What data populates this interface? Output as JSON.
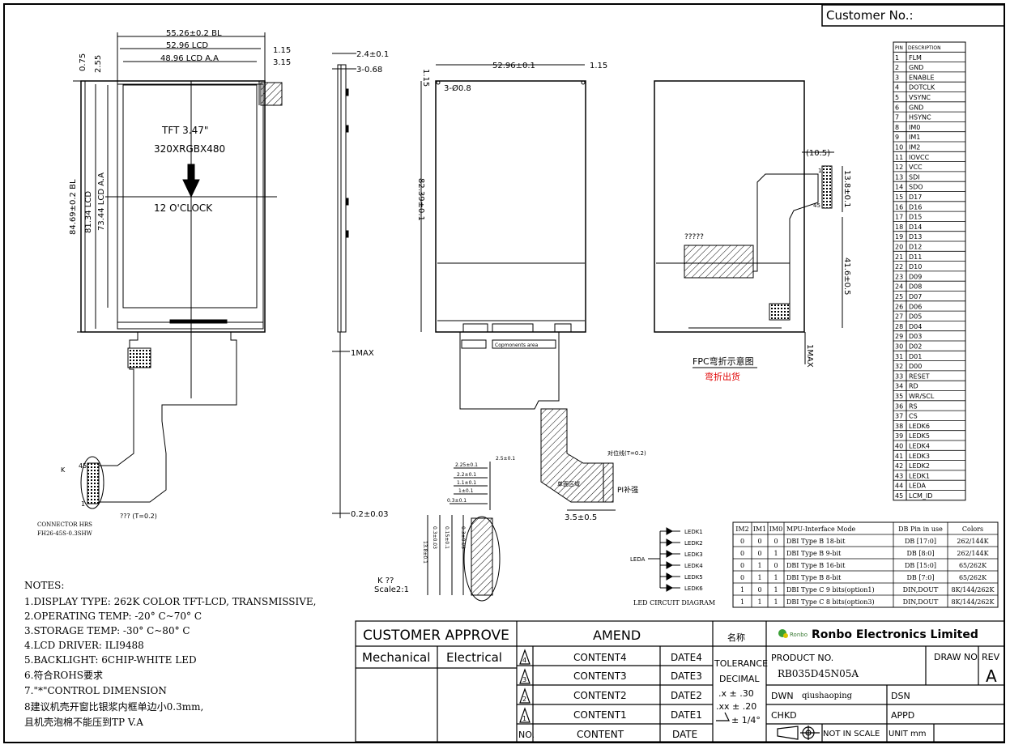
{
  "customer_label": "Customer No.:",
  "front_view": {
    "dims": {
      "width_bl": "55.26±0.2 BL",
      "width_lcd": "52.96 LCD",
      "width_aa": "48.96 LCD A.A",
      "right_1": "1.15",
      "right_2": "3.15",
      "top_1": "0.75",
      "top_2": "2.55",
      "height_bl": "84.69±0.2 BL",
      "height_lcd": "81.34 LCD",
      "height_aa": "73.44 LCD A.A"
    },
    "label_model": "TFT 3.47\"",
    "label_res": "320XRGBX480",
    "label_clock": "12 O'CLOCK",
    "connector_k": "K",
    "connector_45": "45",
    "connector_1": "1",
    "connector_line1": "CONNECTOR HRS",
    "connector_line2": "FH26-45S-0.3SHW",
    "fpc_thickness": "??? (T=0.2)"
  },
  "side_view": {
    "dim_top1": "2.4±0.1",
    "dim_top2": "3-0.68",
    "dim_max": "1MAX",
    "dim_bottom": "0.2±0.03"
  },
  "mid_view": {
    "dim_width": "52.96±0.1",
    "dim_left": "1.15",
    "dim_right": "1.15",
    "dim_holes": "3-Ø0.8",
    "dim_height": "82.39±0.1",
    "components_label": "Copmonents area"
  },
  "detail": {
    "d1": "2.25±0.1",
    "d2": "2.2±0.1",
    "d3": "1.1±0.1",
    "d4": "1±0.1",
    "d5": "0.3±0.1",
    "d6": "2.5±0.1",
    "v1": "0.3±0.03",
    "v2": "0.15±0.1",
    "v3": "13.8±0.1",
    "v4": "0.3±0.03",
    "scale_k": "K ??",
    "scale_ratio": "Scale2:1"
  },
  "back_view": {
    "dim_105": "(10.5)",
    "dim_138": "13.8±0.1",
    "dim_416": "41.6±0.5",
    "dim_max": "1MAX",
    "tape_label": "?????",
    "fpc_note": "FPC弯折示意图",
    "fpc_note_red": "弯折出货",
    "pin_1": "1",
    "pin_45": "45"
  },
  "fpc_detail": {
    "mark": "对位线(T=0.2)",
    "area": "单面区域",
    "pi": "PI补强",
    "dim": "3.5±0.5"
  },
  "led_circuit": {
    "title": "LED CIRCUIT DIAGRAM",
    "leda": "LEDA",
    "leds": [
      "LEDK1",
      "LEDK2",
      "LEDK3",
      "LEDK4",
      "LEDK5",
      "LEDK6"
    ]
  },
  "pin_table": {
    "headers": [
      "PIN",
      "DESCRIPTION"
    ],
    "rows": [
      [
        "1",
        "FLM"
      ],
      [
        "2",
        "GND"
      ],
      [
        "3",
        "ENABLE"
      ],
      [
        "4",
        "DOTCLK"
      ],
      [
        "5",
        "VSYNC"
      ],
      [
        "6",
        "GND"
      ],
      [
        "7",
        "HSYNC"
      ],
      [
        "8",
        "IM0"
      ],
      [
        "9",
        "IM1"
      ],
      [
        "10",
        "IM2"
      ],
      [
        "11",
        "IOVCC"
      ],
      [
        "12",
        "VCC"
      ],
      [
        "13",
        "SDI"
      ],
      [
        "14",
        "SDO"
      ],
      [
        "15",
        "D17"
      ],
      [
        "16",
        "D16"
      ],
      [
        "17",
        "D15"
      ],
      [
        "18",
        "D14"
      ],
      [
        "19",
        "D13"
      ],
      [
        "20",
        "D12"
      ],
      [
        "21",
        "D11"
      ],
      [
        "22",
        "D10"
      ],
      [
        "23",
        "D09"
      ],
      [
        "24",
        "D08"
      ],
      [
        "25",
        "D07"
      ],
      [
        "26",
        "D06"
      ],
      [
        "27",
        "D05"
      ],
      [
        "28",
        "D04"
      ],
      [
        "29",
        "D03"
      ],
      [
        "30",
        "D02"
      ],
      [
        "31",
        "D01"
      ],
      [
        "32",
        "D00"
      ],
      [
        "33",
        "RESET"
      ],
      [
        "34",
        "RD"
      ],
      [
        "35",
        "WR/SCL"
      ],
      [
        "36",
        "RS"
      ],
      [
        "37",
        "CS"
      ],
      [
        "38",
        "LEDK6"
      ],
      [
        "39",
        "LEDK5"
      ],
      [
        "40",
        "LEDK4"
      ],
      [
        "41",
        "LEDK3"
      ],
      [
        "42",
        "LEDK2"
      ],
      [
        "43",
        "LEDK1"
      ],
      [
        "44",
        "LEDA"
      ],
      [
        "45",
        "LCM_ID"
      ]
    ]
  },
  "mode_table": {
    "headers": [
      "IM2",
      "IM1",
      "IM0",
      "MPU-Interface Mode",
      "DB Pin in use",
      "Colors"
    ],
    "rows": [
      [
        "0",
        "0",
        "0",
        "DBI Type B 18-bit",
        "DB [17:0]",
        "262/144K"
      ],
      [
        "0",
        "0",
        "1",
        "DBI Type B 9-bit",
        "DB [8:0]",
        "262/144K"
      ],
      [
        "0",
        "1",
        "0",
        "DBI Type B 16-bit",
        "DB [15:0]",
        "65/262K"
      ],
      [
        "0",
        "1",
        "1",
        "DBI Type B 8-bit",
        "DB [7:0]",
        "65/262K"
      ],
      [
        "1",
        "0",
        "1",
        "DBI Type C 9 bits(option1)",
        "DIN,DOUT",
        "8K/144/262K"
      ],
      [
        "1",
        "1",
        "1",
        "DBI Type C 8 bits(option3)",
        "DIN,DOUT",
        "8K/144/262K"
      ]
    ]
  },
  "notes": {
    "title": "NOTES:",
    "lines": [
      "1.DISPLAY TYPE: 262K COLOR TFT-LCD, TRANSMISSIVE,",
      "2.OPERATING TEMP: -20° C~70° C",
      "3.STORAGE TEMP: -30° C~80° C",
      "4.LCD DRIVER: ILI9488",
      "5.BACKLIGHT: 6CHIP-WHITE LED",
      "6.符合ROHS要求",
      "7.\"*\"CONTROL DIMENSION",
      "8建议机壳开窗比银浆内框单边小0.3mm,",
      "且机壳泡棉不能压到TP V.A"
    ]
  },
  "title_block": {
    "customer_approve": "CUSTOMER APPROVE",
    "mechanical": "Mechanical",
    "electrical": "Electrical",
    "amend": "AMEND",
    "name_cn": "名称",
    "revisions": [
      {
        "no": "4",
        "content": "CONTENT4",
        "date": "DATE4"
      },
      {
        "no": "3",
        "content": "CONTENT3",
        "date": "DATE3"
      },
      {
        "no": "2",
        "content": "CONTENT2",
        "date": "DATE2"
      },
      {
        "no": "1",
        "content": "CONTENT1",
        "date": "DATE1"
      }
    ],
    "no_label": "NO.",
    "content_label": "CONTENT",
    "date_label": "DATE",
    "tolerance": "TOLERANCE",
    "decimal": "DECIMAL",
    "tol_x": ".x ± .30",
    "tol_xx": ".xx ± .20",
    "tol_angle": "± 1/4°",
    "company": "Ronbo Electronics Limited",
    "logo_text": "Ronbo",
    "product_no_label": "PRODUCT NO.",
    "product_no": "RB035D45N05A",
    "draw_no_label": "DRAW NO.",
    "rev_label": "REV",
    "rev": "A",
    "dwn_label": "DWN",
    "dwn": "qiushaoping",
    "dsn_label": "DSN",
    "chkd_label": "CHKD",
    "appd_label": "APPD",
    "not_in_scale": "NOT IN SCALE",
    "unit": "UNIT mm"
  }
}
